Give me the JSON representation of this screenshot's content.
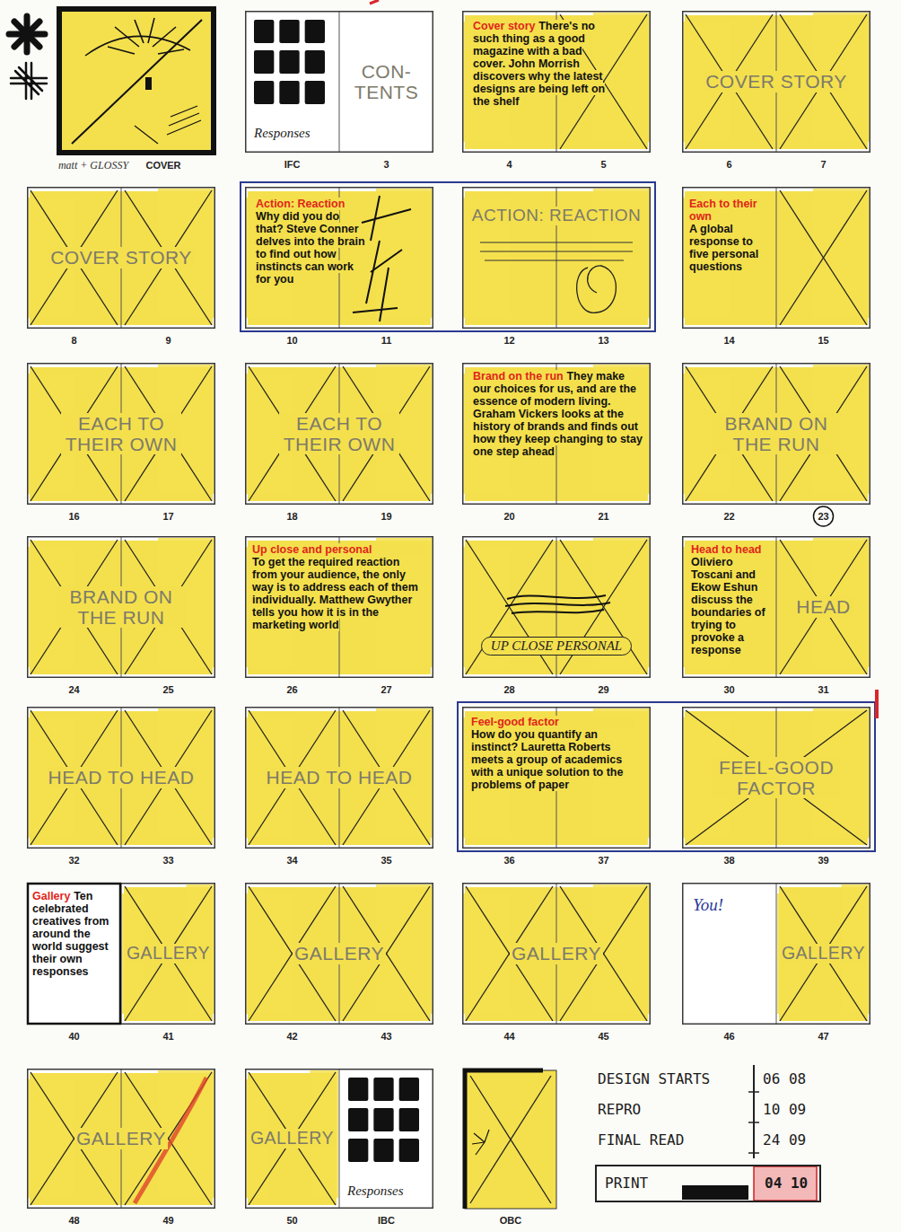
{
  "diagram": {
    "nodes": [
      {
        "text": [
          "CON-TENTS",
          "Responses"
        ]
      },
      {
        "text": [
          "Cover story",
          "There's no such thing as a good magazine with a bad cover. John Morrish discovers why the latest designs are being left on the shelf"
        ]
      },
      {
        "text": [
          "COVER STORY"
        ]
      },
      {
        "text": [
          "COVER STORY"
        ]
      },
      {
        "text": [
          "Action: Reaction",
          "Why did you do that? Steve Conner delves into the brain to find out how instincts can work for you"
        ]
      },
      {
        "text": [
          "ACTION: REACTION"
        ]
      },
      {
        "text": [
          "Each to their own",
          "A global response to five personal questions"
        ]
      },
      {
        "text": [
          "EACH TO THEIR OWN"
        ]
      },
      {
        "text": [
          "EACH TO THEIR OWN"
        ]
      },
      {
        "text": [
          "Brand on the run",
          "They make our choices for us, and are the essence of modern living. Graham Vickers looks at the history of brands and finds out how they keep changing to stay one step ahead"
        ]
      },
      {
        "text": [
          "BRAND ON THE RUN"
        ]
      },
      {
        "text": [
          "BRAND ON THE RUN"
        ]
      },
      {
        "text": [
          "Up close and personal",
          "To get the required reaction from your audience, the only way is to address each of them individually. Matthew Gwyther tells you how it is in the marketing world"
        ]
      },
      {
        "text": [
          "UP CLOSE PERSONAL"
        ]
      },
      {
        "text": [
          "Head to head",
          "Oliviero Toscani and Ekow Eshun discuss the boundaries of trying to provoke a response",
          "HEAD"
        ]
      },
      {
        "text": [
          "HEAD TO HEAD"
        ]
      },
      {
        "text": [
          "HEAD TO HEAD"
        ]
      },
      {
        "text": [
          "Feel-good factor",
          "How do you quantify an instinct? Lauretta Roberts meets a group of academics with a unique solution to the problems of paper"
        ]
      },
      {
        "text": [
          "FEEL-GOOD FACTOR"
        ]
      },
      {
        "text": [
          "Gallery",
          "Ten celebrated creatives from around the world suggest their own responses",
          "GALLERY"
        ]
      },
      {
        "text": [
          "GALLERY"
        ]
      },
      {
        "text": [
          "GALLERY"
        ]
      },
      {
        "text": [
          "You!",
          "GALLERY"
        ]
      },
      {
        "text": [
          "GALLERY"
        ]
      },
      {
        "text": [
          "GALLERY",
          "Responses"
        ]
      },
      {
        "text": [
          "DESIGN STARTS",
          "06 08",
          "REPRO",
          "10 09",
          "FINAL READ",
          "24 09",
          "PRINT",
          "04 10"
        ]
      }
    ],
    "labels": [
      "matt + GLOSSY",
      "COVER",
      "IFC",
      "3",
      "4",
      "5",
      "6",
      "7",
      "8",
      "9",
      "10",
      "11",
      "12",
      "13",
      "14",
      "15",
      "16",
      "17",
      "18",
      "19",
      "20",
      "21",
      "22",
      "23",
      "24",
      "25",
      "26",
      "27",
      "28",
      "29",
      "30",
      "31",
      "32",
      "33",
      "34",
      "35",
      "36",
      "37",
      "38",
      "39",
      "40",
      "41",
      "42",
      "43",
      "44",
      "45",
      "46",
      "47",
      "48",
      "49",
      "50",
      "IBC",
      "OBC"
    ]
  }
}
